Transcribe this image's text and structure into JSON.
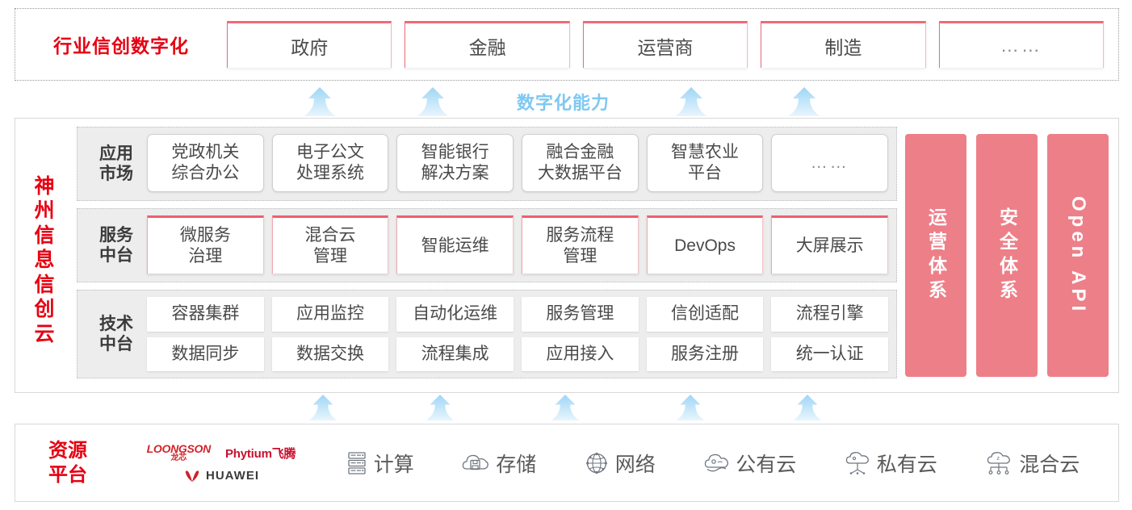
{
  "industry": {
    "title": "行业信创数字化",
    "boxes": [
      {
        "label": "政府"
      },
      {
        "label": "金融"
      },
      {
        "label": "运营商"
      },
      {
        "label": "制造"
      },
      {
        "label": "……"
      }
    ]
  },
  "capability": {
    "label": "数字化能力",
    "arrow_icon": "up-arrow-icon"
  },
  "cloud": {
    "title_chars": [
      "神",
      "州",
      "信",
      "息",
      "信",
      "创",
      "云"
    ],
    "layers": [
      {
        "label_lines": [
          "应用",
          "市场"
        ],
        "cells": [
          "党政机关\n综合办公",
          "电子公文\n处理系统",
          "智能银行\n解决方案",
          "融合金融\n大数据平台",
          "智慧农业\n平台",
          "……"
        ]
      },
      {
        "label_lines": [
          "服务",
          "中台"
        ],
        "cells": [
          "微服务\n治理",
          "混合云\n管理",
          "智能运维",
          "服务流程\n管理",
          "DevOps",
          "大屏展示"
        ]
      },
      {
        "label_lines": [
          "技术",
          "中台"
        ],
        "row1": [
          "容器集群",
          "应用监控",
          "自动化运维",
          "服务管理",
          "信创适配",
          "流程引擎"
        ],
        "row2": [
          "数据同步",
          "数据交换",
          "流程集成",
          "应用接入",
          "服务注册",
          "统一认证"
        ]
      }
    ],
    "side_bars": [
      {
        "label": "运营体系",
        "type": "cn"
      },
      {
        "label": "安全体系",
        "type": "cn"
      },
      {
        "label": "Open API",
        "type": "en"
      }
    ]
  },
  "resource": {
    "title_lines": [
      "资源",
      "平台"
    ],
    "vendors": [
      {
        "name_en": "LOONGSON",
        "name_cn": "龙芯",
        "icon": "loongson-logo"
      },
      {
        "name_en": "Phytium飞腾",
        "icon": "phytium-logo"
      },
      {
        "name_en": "HUAWEI",
        "icon": "huawei-logo"
      }
    ],
    "items": [
      {
        "label": "计算",
        "icon": "server-icon"
      },
      {
        "label": "存储",
        "icon": "cloud-storage-icon"
      },
      {
        "label": "网络",
        "icon": "network-globe-icon"
      },
      {
        "label": "公有云",
        "icon": "public-cloud-icon"
      },
      {
        "label": "私有云",
        "icon": "private-cloud-icon"
      },
      {
        "label": "混合云",
        "icon": "hybrid-cloud-icon"
      }
    ]
  },
  "colors": {
    "brand_red": "#e60012",
    "pink": "#ed7f88",
    "accent_border": "#ee5f6d",
    "arrow_blue": "#9fd6f5",
    "capability_text": "#7ec8f2"
  }
}
